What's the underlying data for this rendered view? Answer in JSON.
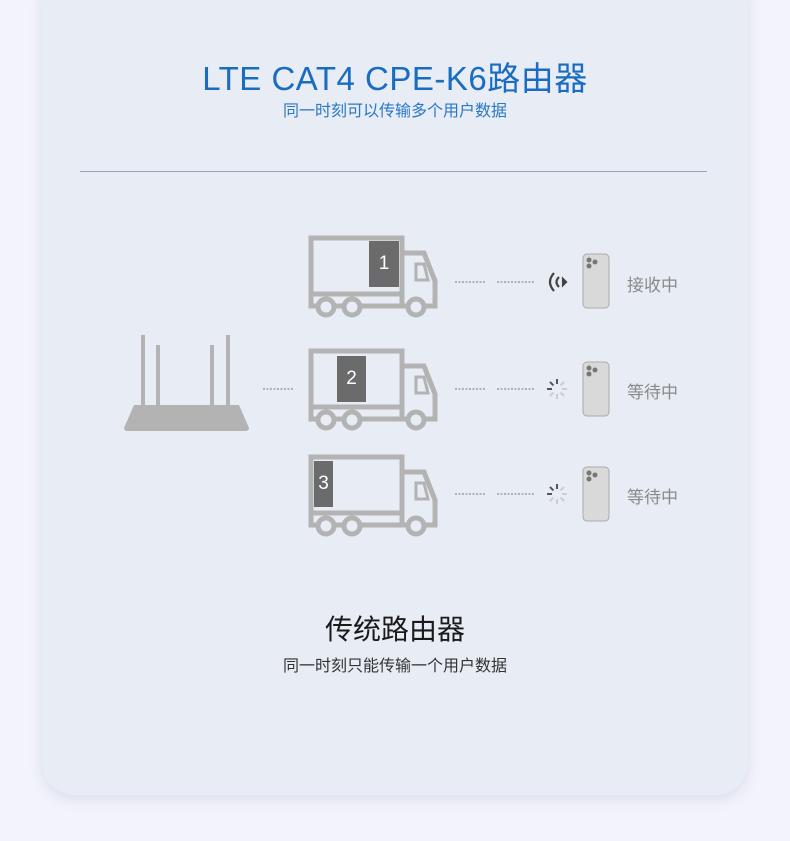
{
  "header": {
    "title": "LTE CAT4 CPE-K6路由器",
    "subtitle": "同一时刻可以传输多个用户数据"
  },
  "footer": {
    "title": "传统路由器",
    "subtitle": "同一时刻只能传输一个用户数据"
  },
  "lanes": [
    {
      "package": "1",
      "status": "接收中",
      "icon": "wifi-signal-icon"
    },
    {
      "package": "2",
      "status": "等待中",
      "icon": "loading-spinner-icon"
    },
    {
      "package": "3",
      "status": "等待中",
      "icon": "loading-spinner-icon"
    }
  ],
  "colors": {
    "title": "#1a6cc0",
    "icon_gray": "#b3b3b3",
    "package": "#6b6b6b",
    "card": "#e7ecf5"
  }
}
